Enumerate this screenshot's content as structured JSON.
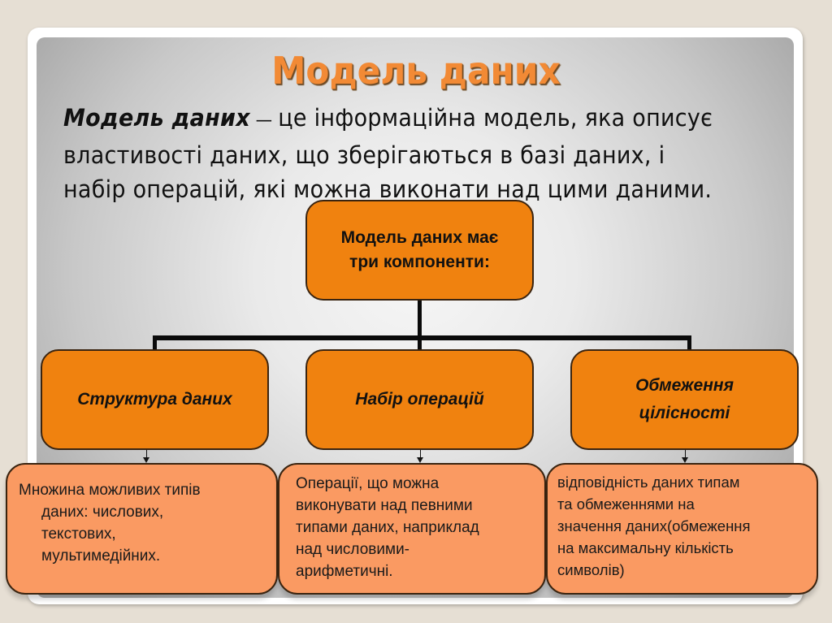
{
  "slide": {
    "title": "Модель даних",
    "definition": {
      "term": "Модель даних",
      "dash": " — ",
      "text": "це інформаційна модель, яка описує властивості даних, що зберігаються в базі даних, і набір операцій, які можна виконати над цими даними."
    },
    "diagram": {
      "root": {
        "line1": "Модель даних має",
        "line2": "три компоненти:"
      },
      "components": [
        {
          "label": "Структура даних",
          "description_first": "Множина можливих типів",
          "description_rest": [
            "даних: числових,",
            "текстових,",
            "мультимедійних."
          ]
        },
        {
          "label": "Набір операцій",
          "description_lines": [
            "Операції, що можна",
            "виконувати над певними",
            "типами даних, наприклад",
            "над числовими-",
            "арифметичні."
          ]
        },
        {
          "label_line1": "Обмеження",
          "label_line2": "цілісності",
          "description_lines": [
            "відповідність даних типам",
            "та обмеженнями на",
            "значення даних(обмеження",
            "на максимальну кількість",
            "символів)"
          ]
        }
      ]
    },
    "colors": {
      "title": "#f28a35",
      "box_fill": "#f0820f",
      "description_fill": "#fa9a62",
      "connector": "#0a0a0a",
      "outer_background": "#e6dfd4"
    }
  }
}
